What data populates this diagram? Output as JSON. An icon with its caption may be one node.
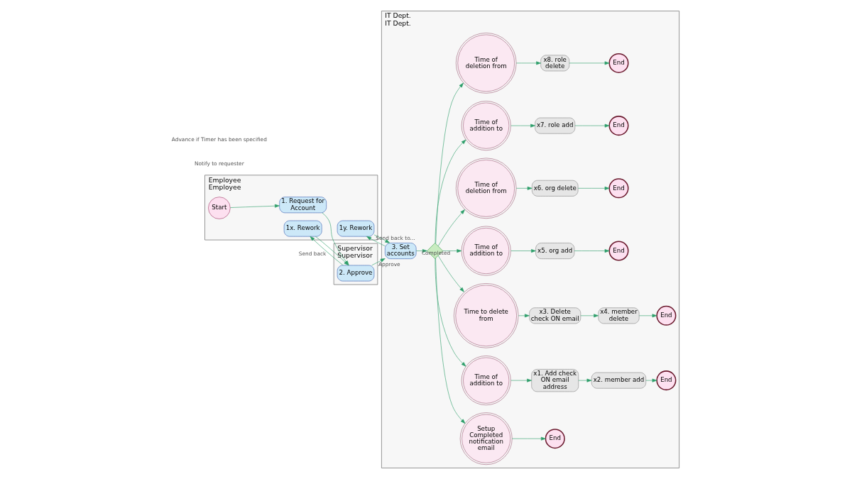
{
  "diagram": {
    "nodes": [
      {
        "text": [
          "Employee",
          "Employee"
        ]
      },
      {
        "text": [
          "Start"
        ],
        "in": 0
      },
      {
        "text": [
          "1. Request for Account"
        ],
        "in": 0
      },
      {
        "text": [
          "1x. Rework"
        ],
        "in": 0
      },
      {
        "text": [
          "1y. Rework"
        ],
        "in": 0
      },
      {
        "text": [
          "Supervisor",
          "Supervisor"
        ]
      },
      {
        "text": [
          "2. Approve"
        ],
        "in": 5
      },
      {
        "text": [
          "IT Dept.",
          "IT Dept."
        ]
      },
      {
        "text": [
          "3. Set accounts"
        ],
        "in": 7
      },
      {
        "text": [],
        "shape": "diamond",
        "in": 7
      },
      {
        "text": [
          "Setup Completed notification email"
        ],
        "in": 7
      },
      {
        "text": [
          "End"
        ],
        "in": 7
      },
      {
        "text": [
          "Time of addition to"
        ],
        "in": 7
      },
      {
        "text": [
          "x1. Add check ON email address"
        ],
        "in": 7
      },
      {
        "text": [
          "x2. member add"
        ],
        "in": 7
      },
      {
        "text": [
          "End"
        ],
        "in": 7
      },
      {
        "text": [
          "Time to delete from"
        ],
        "in": 7
      },
      {
        "text": [
          "x3. Delete check ON email"
        ],
        "in": 7
      },
      {
        "text": [
          "x4. member delete"
        ],
        "in": 7
      },
      {
        "text": [
          "End"
        ],
        "in": 7
      },
      {
        "text": [
          "Time of addition to"
        ],
        "in": 7
      },
      {
        "text": [
          "x5. org add"
        ],
        "in": 7
      },
      {
        "text": [
          "End"
        ],
        "in": 7
      },
      {
        "text": [
          "Time of deletion from"
        ],
        "in": 7
      },
      {
        "text": [
          "x6. org delete"
        ],
        "in": 7
      },
      {
        "text": [
          "End"
        ],
        "in": 7
      },
      {
        "text": [
          "Time of addition to"
        ],
        "in": 7
      },
      {
        "text": [
          "x7. role add"
        ],
        "in": 7
      },
      {
        "text": [
          "End"
        ],
        "in": 7
      },
      {
        "text": [
          "Time of deletion from"
        ],
        "in": 7
      },
      {
        "text": [
          "x8. role delete"
        ],
        "in": 7
      },
      {
        "text": [
          "End"
        ],
        "in": 7
      }
    ],
    "edges": [
      {
        "from": 1,
        "to": 2,
        "arrow": "to"
      },
      {
        "from": 2,
        "to": 6,
        "arrow": "to"
      },
      {
        "from": 3,
        "to": 6,
        "arrow": "to"
      },
      {
        "from": 6,
        "to": 3,
        "arrow": "to",
        "label": "Send back"
      },
      {
        "from": 6,
        "to": 8,
        "arrow": "to",
        "label": "Approve"
      },
      {
        "from": 4,
        "to": 8,
        "arrow": "to"
      },
      {
        "from": 8,
        "to": 4,
        "arrow": "to",
        "label": "Send back to..."
      },
      {
        "from": 8,
        "to": 9,
        "arrow": "to",
        "label": "Completed"
      },
      {
        "from": 9,
        "to": 10,
        "arrow": "to"
      },
      {
        "from": 10,
        "to": 11,
        "arrow": "to"
      },
      {
        "from": 9,
        "to": 12,
        "arrow": "to"
      },
      {
        "from": 12,
        "to": 13,
        "arrow": "to"
      },
      {
        "from": 13,
        "to": 14,
        "arrow": "to"
      },
      {
        "from": 14,
        "to": 15,
        "arrow": "to"
      },
      {
        "from": 9,
        "to": 16,
        "arrow": "to"
      },
      {
        "from": 16,
        "to": 17,
        "arrow": "to"
      },
      {
        "from": 17,
        "to": 18,
        "arrow": "to"
      },
      {
        "from": 18,
        "to": 19,
        "arrow": "to"
      },
      {
        "from": 9,
        "to": 20,
        "arrow": "to"
      },
      {
        "from": 20,
        "to": 21,
        "arrow": "to"
      },
      {
        "from": 21,
        "to": 22,
        "arrow": "to"
      },
      {
        "from": 9,
        "to": 23,
        "arrow": "to"
      },
      {
        "from": 23,
        "to": 24,
        "arrow": "to"
      },
      {
        "from": 24,
        "to": 25,
        "arrow": "to"
      },
      {
        "from": 9,
        "to": 26,
        "arrow": "to"
      },
      {
        "from": 26,
        "to": 27,
        "arrow": "to"
      },
      {
        "from": 27,
        "to": 28,
        "arrow": "to"
      },
      {
        "from": 9,
        "to": 29,
        "arrow": "to"
      },
      {
        "from": 29,
        "to": 30,
        "arrow": "to"
      },
      {
        "from": 30,
        "to": 31,
        "arrow": "to"
      }
    ],
    "labels": [
      "Notify to requester",
      "Advance if Timer has been specified"
    ]
  }
}
